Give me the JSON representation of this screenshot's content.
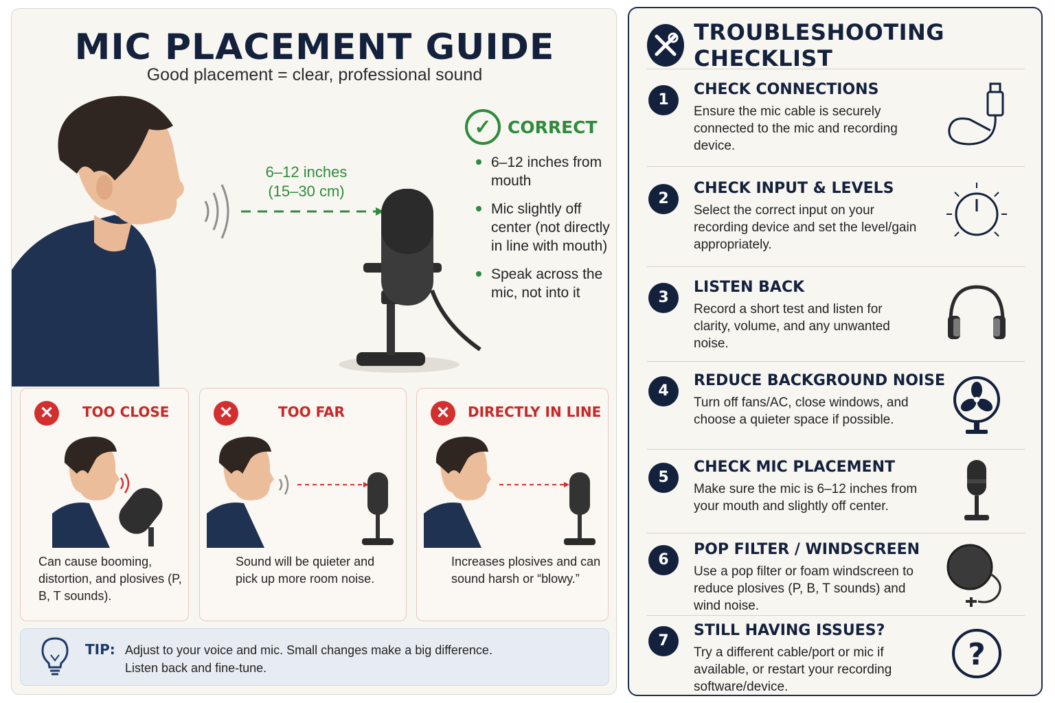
{
  "left": {
    "title": "MIC PLACEMENT GUIDE",
    "subtitle": "Good placement = clear, professional sound",
    "distance": {
      "line1": "6–12 inches",
      "line2": "(15–30 cm)"
    },
    "correct": {
      "label": "CORRECT",
      "items": [
        "6–12 inches from mouth",
        "Mic slightly off center (not directly in line with mouth)",
        "Speak across the mic, not into it"
      ]
    },
    "wrong": [
      {
        "title": "TOO CLOSE",
        "desc": "Can cause booming, distortion, and plosives (P, B, T sounds)."
      },
      {
        "title": "TOO FAR",
        "desc": "Sound will be quieter and pick up more room noise."
      },
      {
        "title": "DIRECTLY IN LINE",
        "desc": "Increases plosives and can sound harsh or “blowy.”"
      }
    ],
    "tip": {
      "label": "TIP:",
      "line1": "Adjust to your voice and mic. Small changes make a big difference.",
      "line2": "Listen back and fine-tune."
    }
  },
  "right": {
    "title": "TROUBLESHOOTING CHECKLIST",
    "steps": [
      {
        "num": "1",
        "title": "CHECK CONNECTIONS",
        "desc": "Ensure the mic cable is securely connected to the mic and recording device.",
        "icon": "usb-cable-icon"
      },
      {
        "num": "2",
        "title": "CHECK INPUT & LEVELS",
        "desc": "Select the correct input on your recording device and set the level/gain appropriately.",
        "icon": "gain-knob-icon"
      },
      {
        "num": "3",
        "title": "LISTEN BACK",
        "desc": "Record a short test and listen for clarity, volume, and any unwanted noise.",
        "icon": "headphones-icon"
      },
      {
        "num": "4",
        "title": "REDUCE BACKGROUND NOISE",
        "desc": "Turn off fans/AC, close windows, and choose a quieter space if possible.",
        "icon": "fan-icon"
      },
      {
        "num": "5",
        "title": "CHECK MIC PLACEMENT",
        "desc": "Make sure the mic is 6–12 inches from your mouth and slightly off center.",
        "icon": "microphone-icon"
      },
      {
        "num": "6",
        "title": "POP FILTER / WINDSCREEN",
        "desc": "Use a pop filter or foam windscreen to reduce plosives (P, B, T sounds) and wind noise.",
        "icon": "pop-filter-icon"
      },
      {
        "num": "7",
        "title": "STILL HAVING ISSUES?",
        "desc": "Try a different cable/port or mic if available, or restart your recording software/device.",
        "icon": "question-icon"
      }
    ]
  },
  "colors": {
    "navy": "#13213d",
    "correct_green": "#2e8b3c",
    "error_red": "#c62828",
    "panel_bg": "#f8f6f1",
    "tip_bg": "#e7ecf2"
  }
}
